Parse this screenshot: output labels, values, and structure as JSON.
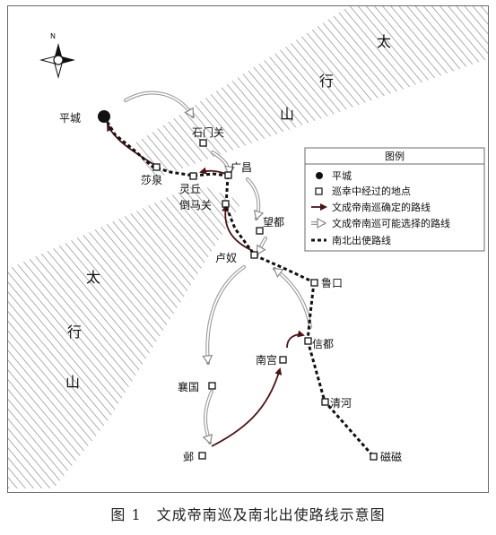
{
  "caption": "图 1　文成帝南巡及南北出使路线示意图",
  "compass": {
    "north_label": "N"
  },
  "mountain_labels": {
    "upper": [
      "太",
      "行",
      "山"
    ],
    "lower": [
      "太",
      "行",
      "山"
    ]
  },
  "places": {
    "pingcheng": "平城",
    "shimenguan": "石门关",
    "guangchang": "广昌",
    "shaquan": "莎泉",
    "lingqiu": "灵丘",
    "daomaguan": "倒马关",
    "wangdu": "望都",
    "lunu": "卢奴",
    "lukou": "鲁口",
    "xindu": "信都",
    "nangong": "南宫",
    "qinghe": "清河",
    "xiangguo": "襄国",
    "ye": "邺",
    "ciguo": "磁磁"
  },
  "legend": {
    "title": "图例",
    "items": [
      {
        "label": "平城",
        "symbol": "capital-dot"
      },
      {
        "label": "巡幸中经过的地点",
        "symbol": "square"
      },
      {
        "label": "文成帝南巡确定的路线",
        "symbol": "solid-arrow"
      },
      {
        "label": "文成帝南巡可能选择的路线",
        "symbol": "hollow-arrow"
      },
      {
        "label": "南北出使路线",
        "symbol": "dashed"
      }
    ]
  },
  "colors": {
    "route_confirmed": "#4a1414",
    "route_possible": "#9a9a9a",
    "mountain_hatch": "#9a9a9a"
  }
}
